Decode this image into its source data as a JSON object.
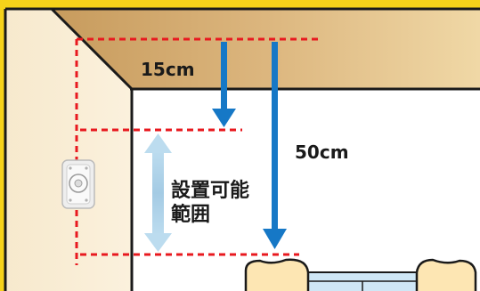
{
  "labels": {
    "ceiling_distance": "15cm",
    "floor_distance": "50cm",
    "range_line1": "設置可能",
    "range_line2": "範囲"
  },
  "colors": {
    "guide_line": "#e8191f",
    "arrow": "#1678c6",
    "range_arrow": "#a9cfe6",
    "outline": "#1a1a1a"
  }
}
